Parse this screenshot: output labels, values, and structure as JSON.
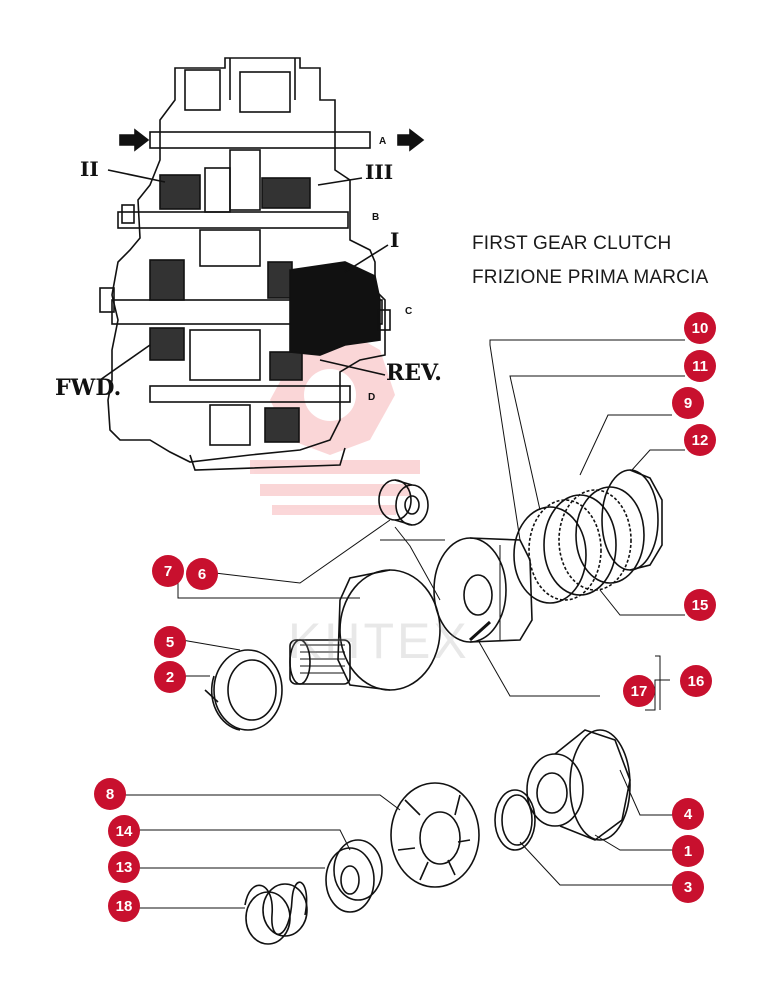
{
  "titles": {
    "en": "FIRST GEAR CLUTCH",
    "it": "FRIZIONE PRIMA MARCIA"
  },
  "section_labels": {
    "gear_2": "II",
    "gear_3": "III",
    "gear_1": "I",
    "forward": "FWD.",
    "reverse": "REV.",
    "shaft_a": "A",
    "shaft_b": "B",
    "shaft_c": "C",
    "shaft_d": "D"
  },
  "watermark": "KHTEX",
  "callouts": [
    {
      "number": "10"
    },
    {
      "number": "11"
    },
    {
      "number": "9"
    },
    {
      "number": "12"
    },
    {
      "number": "15"
    },
    {
      "number": "16"
    },
    {
      "number": "17"
    },
    {
      "number": "7"
    },
    {
      "number": "6"
    },
    {
      "number": "5"
    },
    {
      "number": "2"
    },
    {
      "number": "8"
    },
    {
      "number": "14"
    },
    {
      "number": "13"
    },
    {
      "number": "18"
    },
    {
      "number": "4"
    },
    {
      "number": "1"
    },
    {
      "number": "3"
    }
  ],
  "colors": {
    "callout_badge": "#c8102e",
    "line_art": "#111111",
    "watermark_logo": "#e8232a"
  }
}
